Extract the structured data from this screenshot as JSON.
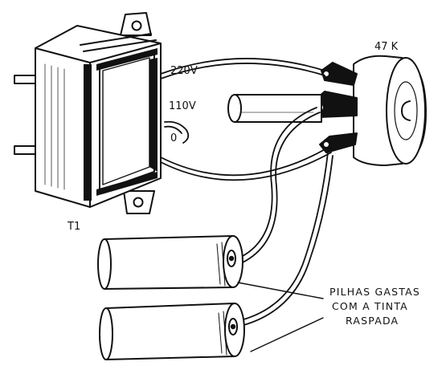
{
  "transformer": {
    "id": "T1",
    "taps": [
      "220V",
      "110V",
      "0"
    ]
  },
  "potentiometer": {
    "value": "47 K"
  },
  "batteries_note": {
    "lines": [
      "PILHAS GASTAS",
      "COM A TINTA",
      "RASPADA"
    ]
  },
  "colors": {
    "ink": "#111111",
    "paper": "#ffffff"
  }
}
